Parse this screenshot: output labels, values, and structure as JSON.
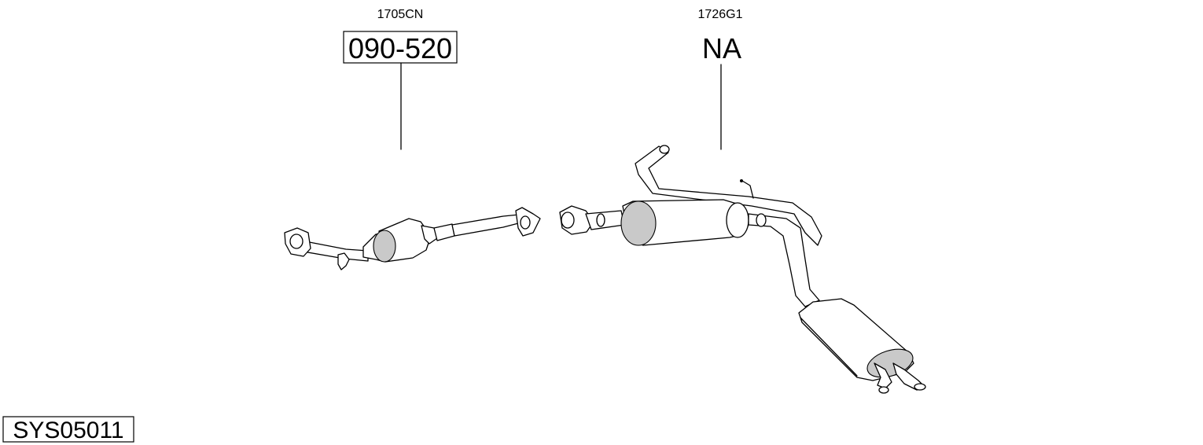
{
  "parts": [
    {
      "ref": "1705CN",
      "code": "090-520",
      "boxed": true,
      "name": "catalytic-converter"
    },
    {
      "ref": "1726G1",
      "code": "NA",
      "boxed": false,
      "name": "middle-rear-silencer"
    }
  ],
  "system_code": "SYS05011",
  "colors": {
    "line": "#000000",
    "background": "#ffffff",
    "shade": "#c9c9c9"
  }
}
